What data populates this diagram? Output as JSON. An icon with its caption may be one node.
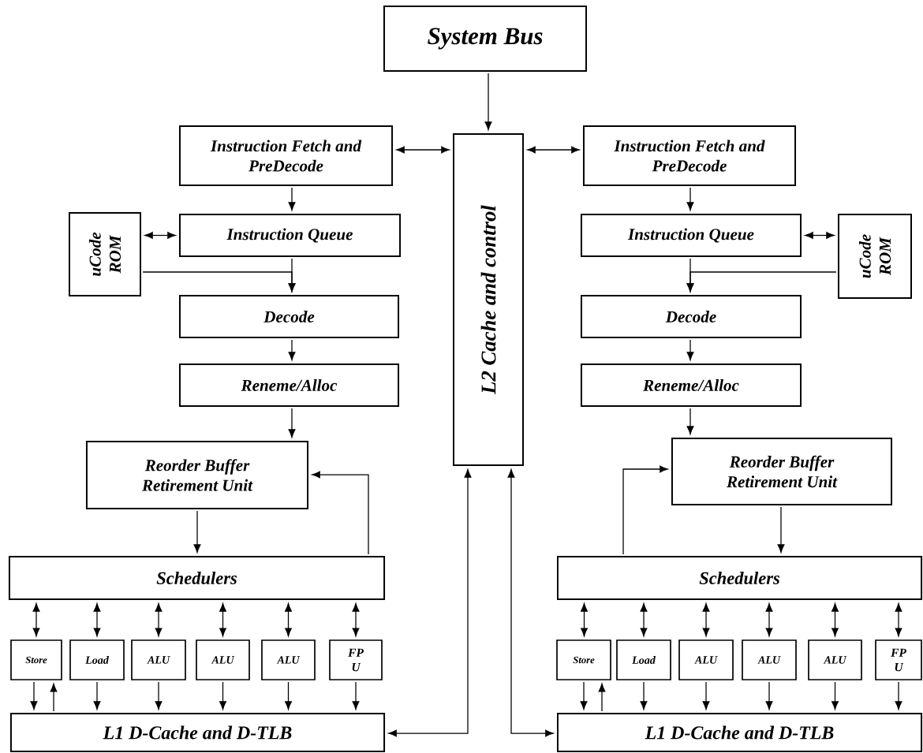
{
  "diagram": {
    "nodes": [
      {
        "text": [
          "System Bus"
        ]
      },
      {
        "text": [
          "L2 Cache and control"
        ]
      },
      {
        "text": [
          "Instruction Fetch and PreDecode"
        ]
      },
      {
        "text": [
          "Instruction Queue"
        ]
      },
      {
        "text": [
          "uCode ROM"
        ]
      },
      {
        "text": [
          "Decode"
        ]
      },
      {
        "text": [
          "Reneme/Alloc"
        ]
      },
      {
        "text": [
          "Reorder Buffer Retirement Unit"
        ]
      },
      {
        "text": [
          "Schedulers"
        ]
      },
      {
        "text": [
          "Store"
        ]
      },
      {
        "text": [
          "Load"
        ]
      },
      {
        "text": [
          "ALU"
        ]
      },
      {
        "text": [
          "ALU"
        ]
      },
      {
        "text": [
          "ALU"
        ]
      },
      {
        "text": [
          "FP U"
        ]
      },
      {
        "text": [
          "L1 D-Cache and D-TLB"
        ]
      },
      {
        "text": [
          "Instruction Fetch and PreDecode"
        ]
      },
      {
        "text": [
          "Instruction Queue"
        ]
      },
      {
        "text": [
          "uCode ROM"
        ]
      },
      {
        "text": [
          "Decode"
        ]
      },
      {
        "text": [
          "Reneme/Alloc"
        ]
      },
      {
        "text": [
          "Reorder Buffer Retirement Unit"
        ]
      },
      {
        "text": [
          "Schedulers"
        ]
      },
      {
        "text": [
          "Store"
        ]
      },
      {
        "text": [
          "Load"
        ]
      },
      {
        "text": [
          "ALU"
        ]
      },
      {
        "text": [
          "ALU"
        ]
      },
      {
        "text": [
          "ALU"
        ]
      },
      {
        "text": [
          "FP U"
        ]
      },
      {
        "text": [
          "L1 D-Cache and D-TLB"
        ]
      }
    ],
    "edges": [
      {
        "from": 0,
        "to": 1,
        "arrow": "to"
      },
      {
        "from": 2,
        "to": 1,
        "arrow": "both"
      },
      {
        "from": 16,
        "to": 1,
        "arrow": "both"
      },
      {
        "from": 2,
        "to": 3,
        "arrow": "to"
      },
      {
        "from": 4,
        "to": 3,
        "arrow": "both"
      },
      {
        "from": 3,
        "to": 5,
        "arrow": "to"
      },
      {
        "from": 4,
        "to": 5,
        "arrow": "to"
      },
      {
        "from": 5,
        "to": 6,
        "arrow": "to"
      },
      {
        "from": 6,
        "to": 7,
        "arrow": "to"
      },
      {
        "from": 7,
        "to": 8,
        "arrow": "to"
      },
      {
        "from": 8,
        "to": 7,
        "arrow": "to"
      },
      {
        "from": 8,
        "to": 9,
        "arrow": "both"
      },
      {
        "from": 8,
        "to": 10,
        "arrow": "both"
      },
      {
        "from": 8,
        "to": 11,
        "arrow": "both"
      },
      {
        "from": 8,
        "to": 12,
        "arrow": "both"
      },
      {
        "from": 8,
        "to": 13,
        "arrow": "both"
      },
      {
        "from": 8,
        "to": 14,
        "arrow": "both"
      },
      {
        "from": 9,
        "to": 15,
        "arrow": "to"
      },
      {
        "from": 15,
        "to": 9,
        "arrow": "to"
      },
      {
        "from": 10,
        "to": 15,
        "arrow": "to"
      },
      {
        "from": 11,
        "to": 15,
        "arrow": "to"
      },
      {
        "from": 12,
        "to": 15,
        "arrow": "to"
      },
      {
        "from": 13,
        "to": 15,
        "arrow": "to"
      },
      {
        "from": 14,
        "to": 15,
        "arrow": "to"
      },
      {
        "from": 15,
        "to": 1,
        "arrow": "both"
      },
      {
        "from": 16,
        "to": 17,
        "arrow": "to"
      },
      {
        "from": 18,
        "to": 17,
        "arrow": "both"
      },
      {
        "from": 17,
        "to": 19,
        "arrow": "to"
      },
      {
        "from": 18,
        "to": 19,
        "arrow": "to"
      },
      {
        "from": 19,
        "to": 20,
        "arrow": "to"
      },
      {
        "from": 20,
        "to": 21,
        "arrow": "to"
      },
      {
        "from": 21,
        "to": 22,
        "arrow": "to"
      },
      {
        "from": 22,
        "to": 21,
        "arrow": "to"
      },
      {
        "from": 22,
        "to": 23,
        "arrow": "both"
      },
      {
        "from": 22,
        "to": 24,
        "arrow": "both"
      },
      {
        "from": 22,
        "to": 25,
        "arrow": "both"
      },
      {
        "from": 22,
        "to": 26,
        "arrow": "both"
      },
      {
        "from": 22,
        "to": 27,
        "arrow": "both"
      },
      {
        "from": 22,
        "to": 28,
        "arrow": "both"
      },
      {
        "from": 23,
        "to": 29,
        "arrow": "to"
      },
      {
        "from": 29,
        "to": 23,
        "arrow": "to"
      },
      {
        "from": 24,
        "to": 29,
        "arrow": "to"
      },
      {
        "from": 25,
        "to": 29,
        "arrow": "to"
      },
      {
        "from": 26,
        "to": 29,
        "arrow": "to"
      },
      {
        "from": 27,
        "to": 29,
        "arrow": "to"
      },
      {
        "from": 28,
        "to": 29,
        "arrow": "to"
      },
      {
        "from": 1,
        "to": 29,
        "arrow": "both"
      }
    ]
  }
}
